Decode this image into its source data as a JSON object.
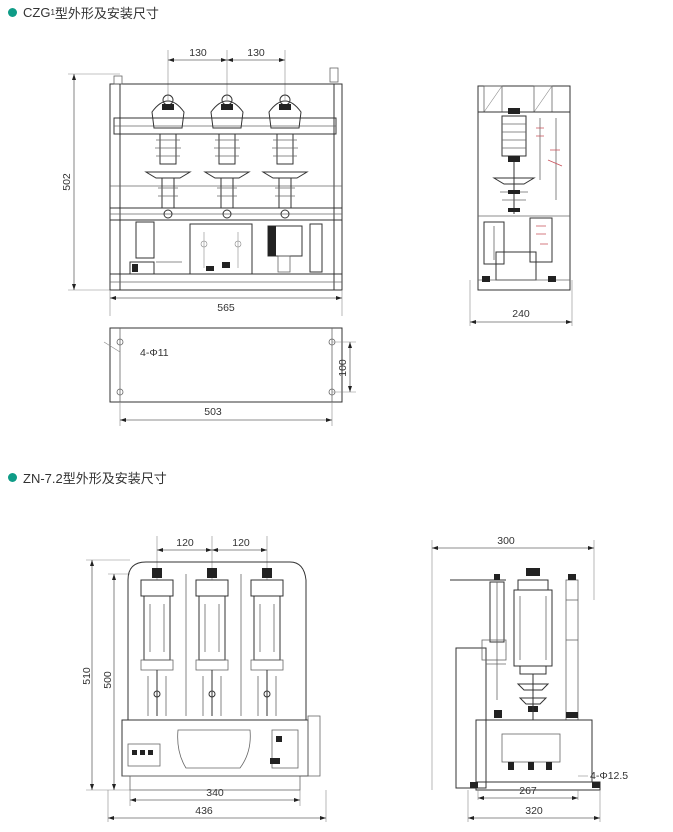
{
  "section1": {
    "title_prefix": "CZG",
    "title_sub": "1",
    "title_suffix": "型外形及安装尺寸",
    "front_view": {
      "dim_pitch_1": "130",
      "dim_pitch_2": "130",
      "dim_height": "502",
      "dim_width": "565"
    },
    "side_view": {
      "dim_width": "240"
    },
    "base_view": {
      "dim_holes": "4-Φ11",
      "dim_depth": "100",
      "dim_width": "503"
    }
  },
  "section2": {
    "title": "ZN-7.2型外形及安装尺寸",
    "front_view": {
      "dim_pitch_1": "120",
      "dim_pitch_2": "120",
      "dim_height_outer": "510",
      "dim_height_inner": "500",
      "dim_width_inner": "340",
      "dim_width_outer": "436"
    },
    "side_view": {
      "dim_top": "300",
      "dim_holes": "4-Φ12.5",
      "dim_width_inner": "267",
      "dim_width_outer": "320"
    }
  },
  "colors": {
    "accent": "#0f9c87",
    "line": "#666666",
    "text": "#333333"
  }
}
